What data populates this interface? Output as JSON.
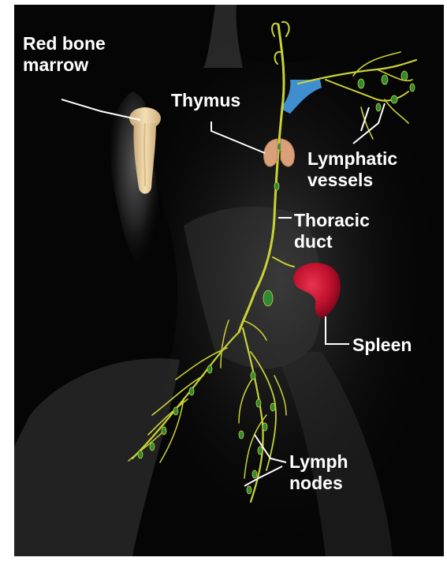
{
  "labels": {
    "red_bone_marrow": [
      "Red bone",
      "marrow"
    ],
    "thymus": "Thymus",
    "lymphatic_vessels": [
      "Lymphatic",
      "vessels"
    ],
    "thoracic_duct": [
      "Thoracic",
      "duct"
    ],
    "spleen": "Spleen",
    "lymph_nodes": [
      "Lymph",
      "nodes"
    ]
  },
  "colors": {
    "background": "#050505",
    "lymph_vessel": "#c9d235",
    "lymph_node": "#2f8a35",
    "bone": "#e9cf9c",
    "thymus": "#d9a07a",
    "spleen": "#c0112e",
    "vein": "#3f8fd0",
    "label_text": "#ffffff"
  }
}
